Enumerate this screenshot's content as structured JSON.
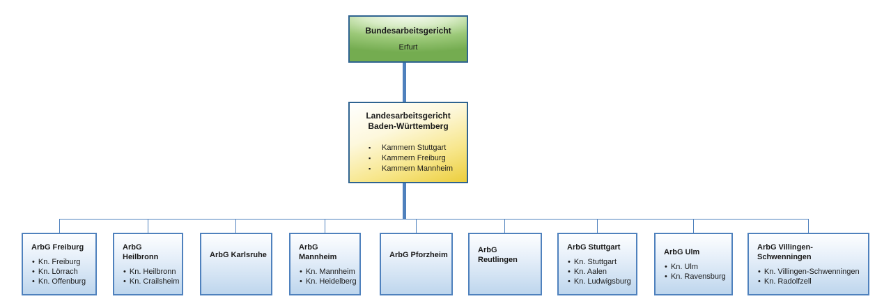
{
  "root": {
    "title": "Bundesarbeitsgericht",
    "subtitle": "Erfurt"
  },
  "state": {
    "title_line1": "Landesarbeitsgericht",
    "title_line2": "Baden-Württemberg",
    "items": [
      "Kammern Stuttgart",
      "Kammern Freiburg",
      "Kammern Mannheim"
    ]
  },
  "courts": [
    {
      "title": "ArbG Freiburg",
      "items": [
        "Kn. Freiburg",
        "Kn. Lörrach",
        "Kn. Offenburg"
      ]
    },
    {
      "title": "ArbG Heilbronn",
      "items": [
        "Kn. Heilbronn",
        "Kn. Crailsheim"
      ]
    },
    {
      "title": "ArbG Karlsruhe",
      "items": []
    },
    {
      "title": "ArbG Mannheim",
      "items": [
        "Kn. Mannheim",
        "Kn. Heidelberg"
      ]
    },
    {
      "title": "ArbG Pforzheim",
      "items": []
    },
    {
      "title": "ArbG Reutlingen",
      "items": []
    },
    {
      "title": "ArbG Stuttgart",
      "items": [
        "Kn. Stuttgart",
        "Kn. Aalen",
        "Kn. Ludwigsburg"
      ]
    },
    {
      "title": "ArbG Ulm",
      "items": [
        "Kn. Ulm",
        "Kn. Ravensburg"
      ]
    },
    {
      "title": "ArbG Villingen-Schwenningen",
      "items": [
        "Kn. Villingen-Schwenningen",
        "Kn. Radolfzell"
      ]
    }
  ],
  "colors": {
    "connector": "#4f81bd",
    "root_fill": "#74ac50",
    "root_border": "#2e6390",
    "state_fill": "#ecce3d",
    "state_border": "#2e6390",
    "court_fill": "#bed6ed",
    "court_border": "#4f81bd"
  }
}
